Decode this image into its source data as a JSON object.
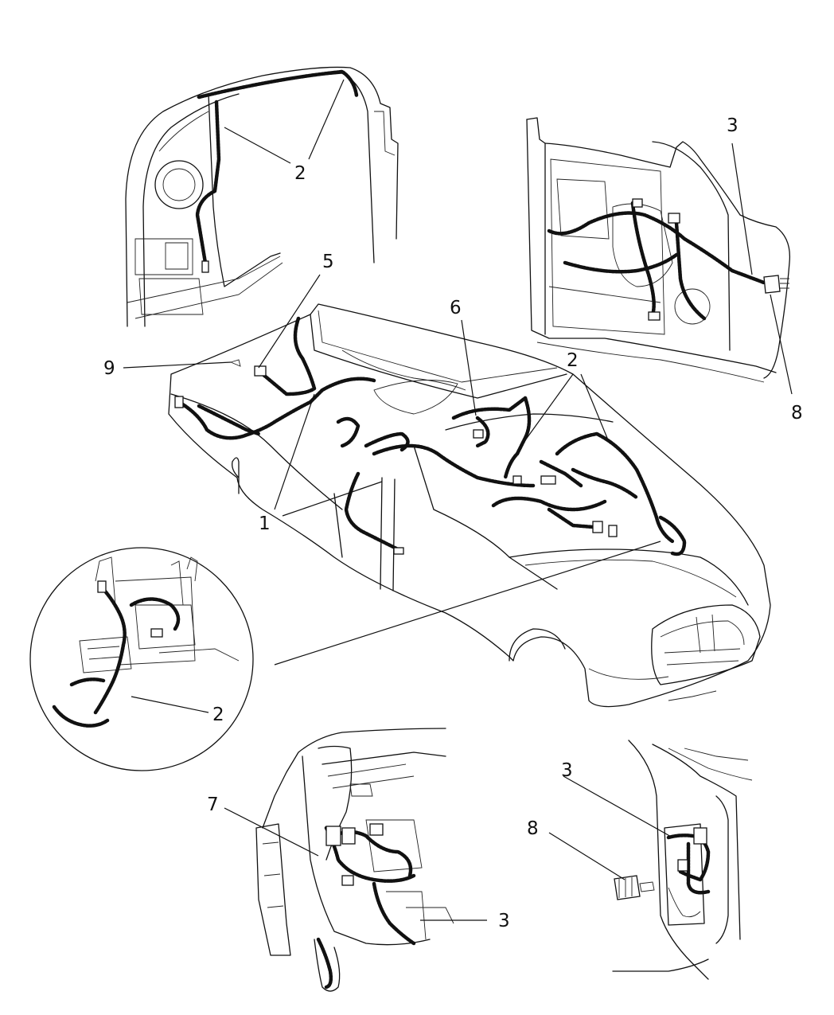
{
  "diagram": {
    "title": "",
    "callouts": [
      {
        "id": "c2-pillar",
        "label": "2"
      },
      {
        "id": "c3-door",
        "label": "3"
      },
      {
        "id": "c5-body",
        "label": "5"
      },
      {
        "id": "c9-body",
        "label": "9"
      },
      {
        "id": "c6-body",
        "label": "6"
      },
      {
        "id": "c2-body",
        "label": "2"
      },
      {
        "id": "c8-door",
        "label": "8"
      },
      {
        "id": "c1-body",
        "label": "1"
      },
      {
        "id": "c2-inset",
        "label": "2"
      },
      {
        "id": "c7-dash",
        "label": "7"
      },
      {
        "id": "c3-dash",
        "label": "3"
      },
      {
        "id": "c3-kick",
        "label": "3"
      },
      {
        "id": "c8-kick",
        "label": "8"
      }
    ],
    "views": {
      "a_pillar": "a-pillar-view",
      "door": "door-view",
      "vehicle": "vehicle-body-view",
      "detail": "circle-detail-view",
      "dash": "dash-view",
      "kick_panel": "kick-panel-view"
    }
  }
}
